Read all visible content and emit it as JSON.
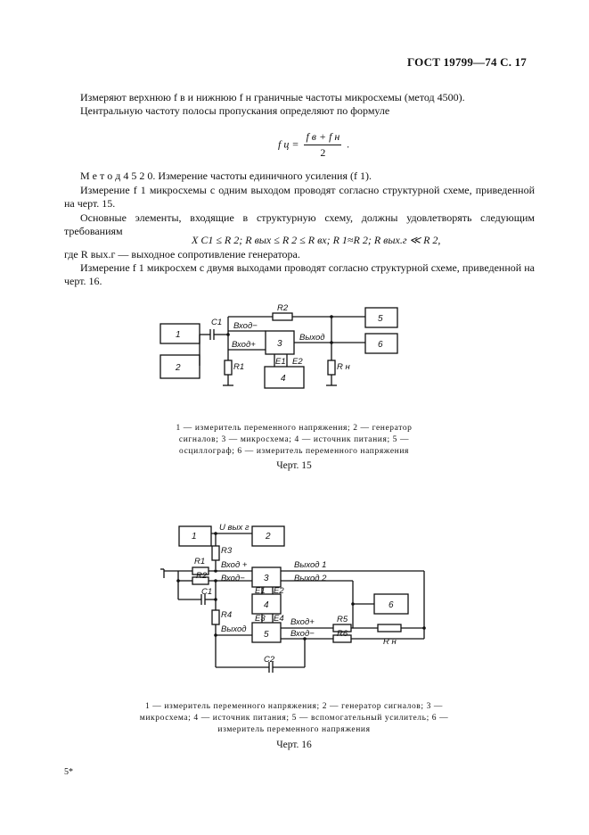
{
  "header": {
    "title": "ГОСТ 19799—74 С. 17"
  },
  "text": {
    "p1": "Измеряют верхнюю f в и нижнюю f н граничные частоты микросхемы (метод 4500).",
    "p2": "Центральную частоту полосы пропускания определяют по формуле",
    "formula1_lhs": "f ц =",
    "formula1_num": "f в + f н",
    "formula1_den": "2",
    "method_heading": "М е т о д  4 5 2 0.  Измерение частоты единичного усиления (f 1).",
    "p3": "Измерение f 1 микросхемы с одним выходом проводят согласно структурной схеме, приведенной на черт. 15.",
    "p4": "Основные элементы, входящие в структурную схему, должны удовлетворять следующим требованиям",
    "condition": "X C1 ≤ R 2;  R вых ≤ R 2 ≤ R вх;  R 1≈R 2;  R вых.г ≪ R 2,",
    "where": "где R вых.г — выходное сопротивление генератора.",
    "p5": "Измерение f 1 микросхем с двумя выходами проводят согласно структурной схеме, приведенной на черт. 16."
  },
  "fig15": {
    "blocks": [
      "1",
      "2",
      "3",
      "4",
      "5",
      "6"
    ],
    "labels": {
      "C1": "C1",
      "R1": "R1",
      "R2": "R2",
      "Rn": "R н",
      "E1": "E1",
      "E2": "E2",
      "in_minus": "Вход−",
      "in_plus": "Вход+",
      "out": "Выход"
    },
    "caption": "1 — измеритель переменного напряжения; 2 — генератор сигналов; 3 — микросхема; 4 — источник питания; 5 — осциллограф; 6 — измеритель переменного напряжения",
    "chert": "Черт. 15"
  },
  "fig16": {
    "blocks": [
      "1",
      "2",
      "3",
      "4",
      "5",
      "6"
    ],
    "labels": {
      "U": "U вых г",
      "R1": "R1",
      "R2": "R2",
      "R3": "R3",
      "R4": "R4",
      "R5": "R5",
      "R6": "R6",
      "Rn": "R н",
      "C1": "C1",
      "C2": "C2",
      "E1": "E1",
      "E2": "E2",
      "E3": "E3",
      "E4": "E4",
      "in_plus": "Вход +",
      "in_minus": "Вход−",
      "out1": "Выход 1",
      "out2": "Выход 2",
      "out": "Выход",
      "in_plus2": "Вход+",
      "in_minus2": "Вход−"
    },
    "caption": "1 — измеритель переменного напряжения; 2 — генератор сигналов; 3 — микросхема; 4 — источник питания; 5 — вспомогательный усилитель; 6 — измеритель переменного напряжения",
    "chert": "Черт. 16"
  },
  "footer": {
    "mark": "5*"
  }
}
